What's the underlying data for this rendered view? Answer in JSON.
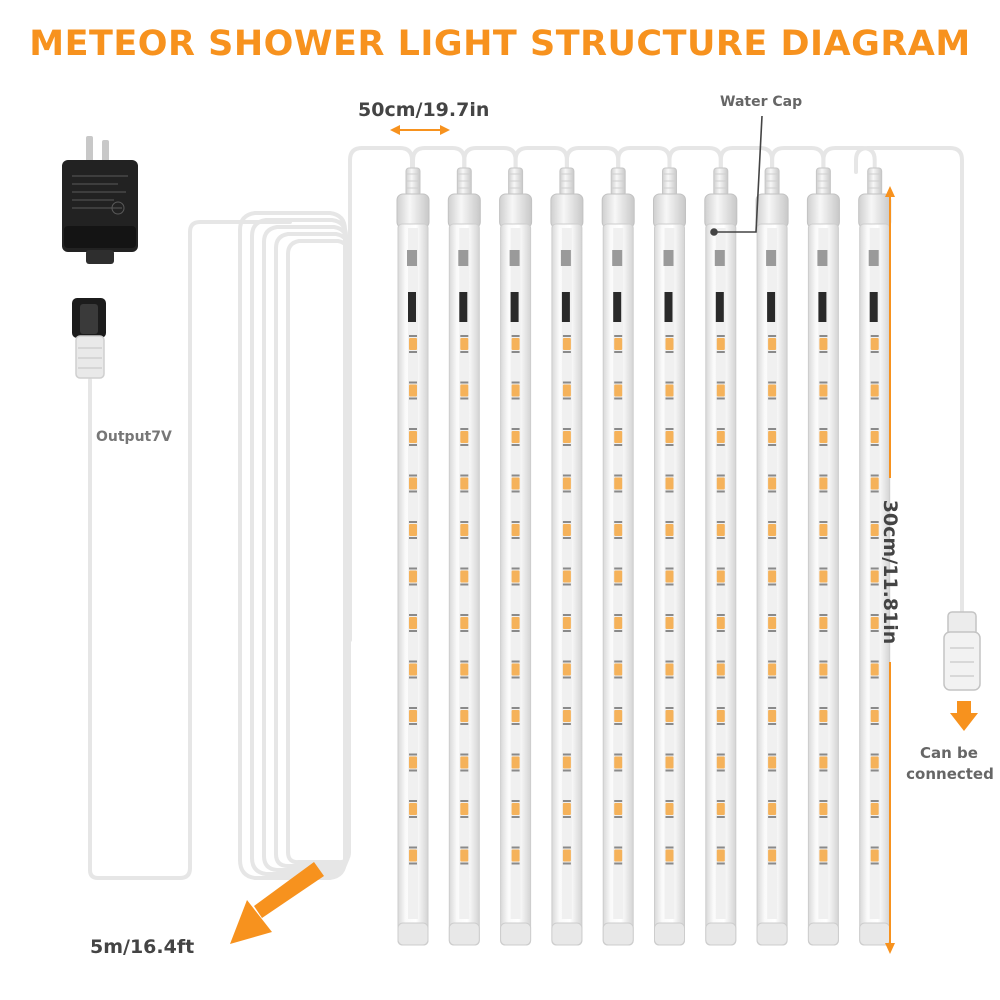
{
  "title": "METEOR SHOWER LIGHT STRUCTURE DIAGRAM",
  "labels": {
    "spacing": "50cm/19.7in",
    "water_cap": "Water Cap",
    "output": "Output7V",
    "tube_length": "30cm/11.81in",
    "can_be": "Can be",
    "connected": "connected",
    "cable_length": "5m/16.4ft"
  },
  "tubes": {
    "count": 10,
    "leds_per_tube": 12
  },
  "colors": {
    "accent": "#F7921E",
    "label": "#555555",
    "wire": "#e6e6e6",
    "led": "#F5B25A",
    "adapter": "#1f1f1f",
    "tube": "#f4f4f4"
  },
  "icons": [
    "power-adapter-icon",
    "plug-connector-icon",
    "end-connector-icon",
    "arrow-down-icon",
    "arrow-left-down-icon",
    "dimension-arrow-icon"
  ]
}
